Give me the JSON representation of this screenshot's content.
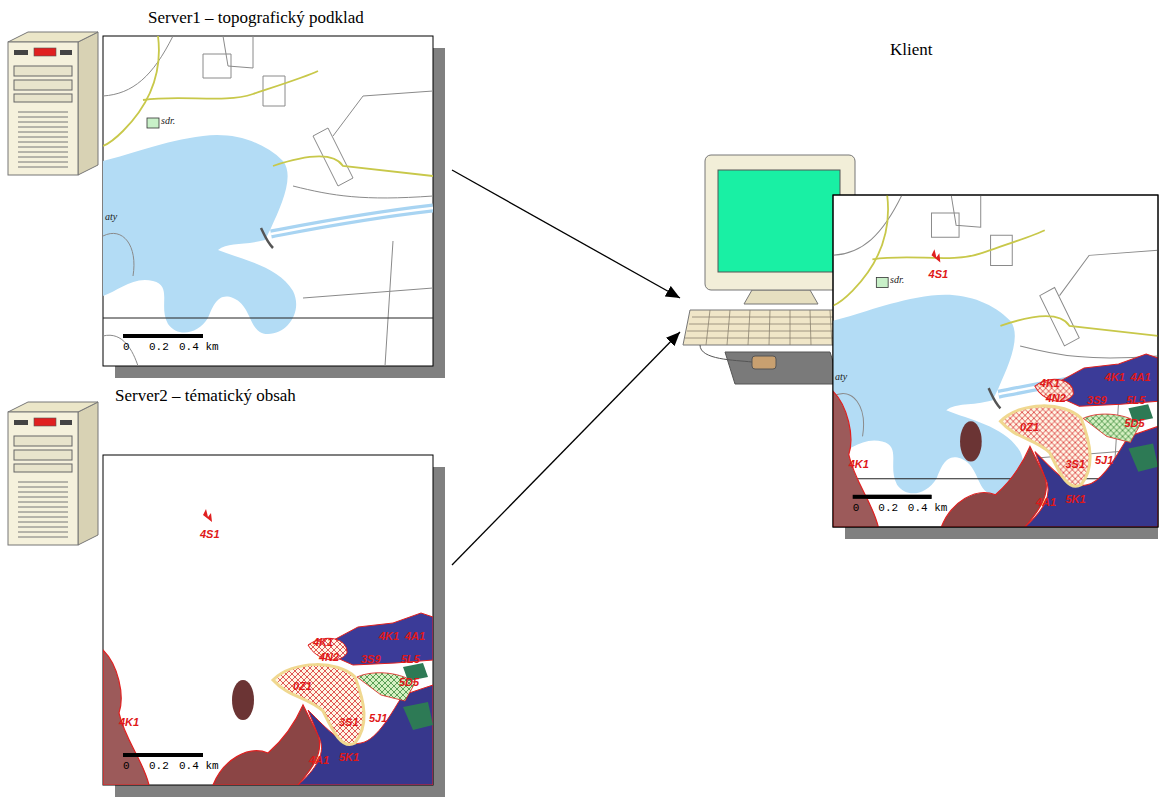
{
  "diagram": {
    "nodes": [
      {
        "text": [
          "Server1 – topografický podklad"
        ]
      },
      {
        "text": [
          "Server2 – tématický obsah"
        ]
      },
      {
        "text": [
          "Klient"
        ]
      }
    ],
    "edges": [
      {
        "from": 0,
        "to": 2,
        "arrow": "to"
      },
      {
        "from": 1,
        "to": 2,
        "arrow": "to"
      }
    ],
    "labels": [
      "sdr.",
      "aty",
      "0",
      "0.2",
      "0.4 km",
      "4S1",
      "4K1",
      "4N2",
      "4K1",
      "4A1",
      "3S9",
      "5L5",
      "0Z1",
      "5D5",
      "4K1",
      "3S1",
      "5J1",
      "4A1",
      "5K1",
      "0",
      "0.2",
      "0.4 km",
      "4S1",
      "sdr.",
      "aty",
      "4K1",
      "4N2",
      "4K1",
      "4A1",
      "3S9",
      "5L5",
      "0Z1",
      "5D5",
      "4K1",
      "3S1",
      "5J1",
      "4A1",
      "5K1",
      "0",
      "0.2",
      "0.4 km"
    ]
  }
}
